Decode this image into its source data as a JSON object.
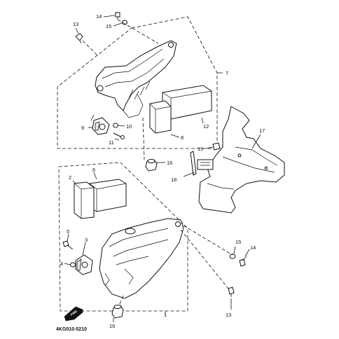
{
  "diagram": {
    "catalog_code": "4KG010-5210",
    "fwd_label": "FWD",
    "callouts": {
      "c1": "1",
      "c2": "2",
      "c3": "3",
      "c4": "4",
      "c5": "5",
      "c6": "6",
      "c7": "7",
      "c8": "8",
      "c9": "9",
      "c10": "10",
      "c11": "11",
      "c12": "12",
      "c13a": "13",
      "c14a": "14",
      "c15a": "15",
      "c16a": "16",
      "c17": "17",
      "c18": "18",
      "c19": "19",
      "c13b": "13",
      "c14b": "14",
      "c15b": "15",
      "c16b": "16"
    }
  }
}
